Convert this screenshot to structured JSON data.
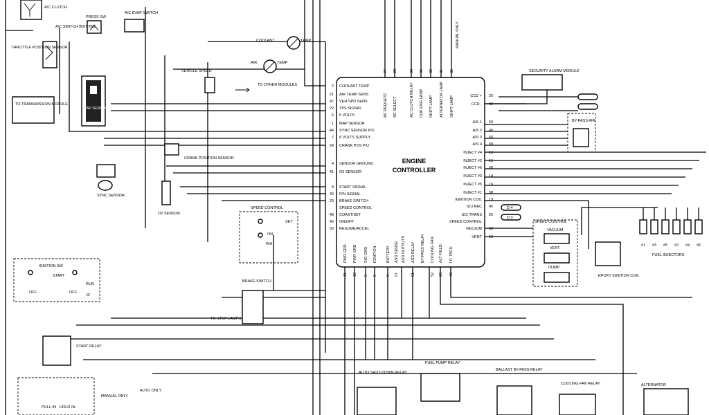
{
  "controller": {
    "title_line1": "ENGINE",
    "title_line2": "CONTROLLER"
  },
  "left_pins": [
    {
      "num": "2",
      "label": "COOLANT TEMP"
    },
    {
      "num": "21",
      "label": "AIR TEMP SENS"
    },
    {
      "num": "47",
      "label": "VEH SPD SENS"
    },
    {
      "num": "22",
      "label": "TPS SIGNAL"
    },
    {
      "num": "6",
      "label": "5 VOLTS"
    },
    {
      "num": "1",
      "label": "MAP SENSOR"
    },
    {
      "num": "44",
      "label": "SYNC SENSOR P/U"
    },
    {
      "num": "7",
      "label": "8 VOLTS SUPPLY"
    },
    {
      "num": "24",
      "label": "CRANK POS P/U"
    },
    {
      "num": "4",
      "label": "SENSOR GROUND"
    },
    {
      "num": "41",
      "label": "O2 SENSOR"
    },
    {
      "num": "8",
      "label": "START SIGNAL"
    },
    {
      "num": "30",
      "label": "P/N SIGNAL"
    },
    {
      "num": "29",
      "label": "BRAKE SWITCH"
    },
    {
      "num": "",
      "label": "SPEED CONTROL"
    },
    {
      "num": "48",
      "label": "COAST/SET"
    },
    {
      "num": "49",
      "label": "ON/OFF"
    },
    {
      "num": "50",
      "label": "RESUME/ACCEL"
    }
  ],
  "top_pins": [
    {
      "num": "27",
      "label": "AC REQUEST"
    },
    {
      "num": "28",
      "label": "AC SELECT"
    },
    {
      "num": "34",
      "label": "AC CLUTCH RELAY"
    },
    {
      "num": "36",
      "label": "CHK ENG LAMP"
    },
    {
      "num": "32",
      "label": "SHIFT LAMP"
    },
    {
      "num": "31",
      "label": "ALTERNATOR LAMP"
    },
    {
      "num": "35",
      "label": "SHIFT LAMP"
    }
  ],
  "right_pins": [
    {
      "num": "26",
      "label": "CCD +"
    },
    {
      "num": "46",
      "label": "CCD -"
    },
    {
      "num": "59",
      "label": "AIS 1"
    },
    {
      "num": "40",
      "label": "AIS 2"
    },
    {
      "num": "60",
      "label": "AIS 3"
    },
    {
      "num": "39",
      "label": "AIS 4"
    },
    {
      "num": "13",
      "label": "INJECT #4"
    },
    {
      "num": "15",
      "label": "INJECT #2"
    },
    {
      "num": "58",
      "label": "INJECT #6"
    },
    {
      "num": "14",
      "label": "INJECT #3"
    },
    {
      "num": "16",
      "label": "INJECT #5"
    },
    {
      "num": "38",
      "label": "INJECT #1"
    },
    {
      "num": "19",
      "label": "IGNITION COIL"
    },
    {
      "num": "45",
      "label": "SCI REC"
    },
    {
      "num": "25",
      "label": "SCI TRANS"
    },
    {
      "num": "",
      "label": "SPEED CONTROL"
    },
    {
      "num": "33",
      "label": "VACUUM"
    },
    {
      "num": "53",
      "label": "VENT"
    }
  ],
  "bottom_pins": [
    {
      "num": "11",
      "label": "PWR GRD"
    },
    {
      "num": "12",
      "label": "PWR GRD"
    },
    {
      "num": "5",
      "label": "SIG GRD"
    },
    {
      "num": "9",
      "label": "IGNITION"
    },
    {
      "num": "3",
      "label": "BATTERY"
    },
    {
      "num": "57",
      "label": "ASD SENSE"
    },
    {
      "num": "",
      "label": "ASD OUTPUTS"
    },
    {
      "num": "51",
      "label": "ASD RELAY"
    },
    {
      "num": "",
      "label": "BY-PASS RELAY"
    },
    {
      "num": "52",
      "label": "COOLING FAN"
    },
    {
      "num": "20",
      "label": "ALT FIELD"
    },
    {
      "num": "43",
      "label": "I.P. TACH"
    }
  ],
  "components": {
    "ac_clutch": "A/C CLUTCH",
    "press_sw": "PRESS SW",
    "ac_evap_switch": "A/C EVAP SWITCH",
    "ac_switch": "A/C SWITCH INST PNL",
    "throttle": "THROTTLE POSITION SENSOR",
    "to_trans": "TO TRANSMISSION MODULE",
    "map_sensor": "MAP SENSOR",
    "coolant": "COOLANT",
    "temp": "TEMP",
    "air": "AIR",
    "vehicle_speed": "VEHICLE SPEED",
    "to_other": "TO OTHER MODULES",
    "crank": "CRANK POSITION SENSOR",
    "sync": "SYNC SENSOR",
    "o2": "O2 SENSOR",
    "speed_control_sw": "SPEED CONTROL",
    "on": "ON",
    "set": "SET",
    "ra": "R/A",
    "brake_switch": "BRAKE SWITCH",
    "to_stop": "TO STOP LAMPS",
    "ignition_sw": "IGNITION SW",
    "start": "START",
    "off": "OFF",
    "run": "RUN",
    "j2": "J2",
    "start_relay": "START RELAY",
    "manual_only": "MANUAL ONLY",
    "auto_only": "AUTO ONLY",
    "pull_in": "PULL-IN",
    "hold_in": "HOLD-IN",
    "asd_relay": "AUTO SHUT-DOWN RELAY",
    "fuel_pump_relay": "FUEL PUMP RELAY",
    "ballast_relay": "BALLAST BY-PASS RELAY",
    "cooling_fan_relay": "COOLING FAN RELAY",
    "alternator": "ALTERNATOR",
    "security": "SECURITY ALARM MODULE",
    "bypass_air": "BY-PASS AIR",
    "fuel_injectors": "FUEL INJECTORS",
    "epoxy_coil": "EPOXY IGNITION COIL",
    "speed_control_servo": "SPEED CONTROL",
    "vent": "VENT",
    "dump": "DUMP",
    "vacuum": "VACUUM",
    "manual_only_top": "MANUAL ONLY",
    "d4": "D 4",
    "d3": "D 3",
    "injector_nums": [
      "#1",
      "#3",
      "#5",
      "#2",
      "#4",
      "#6"
    ]
  }
}
